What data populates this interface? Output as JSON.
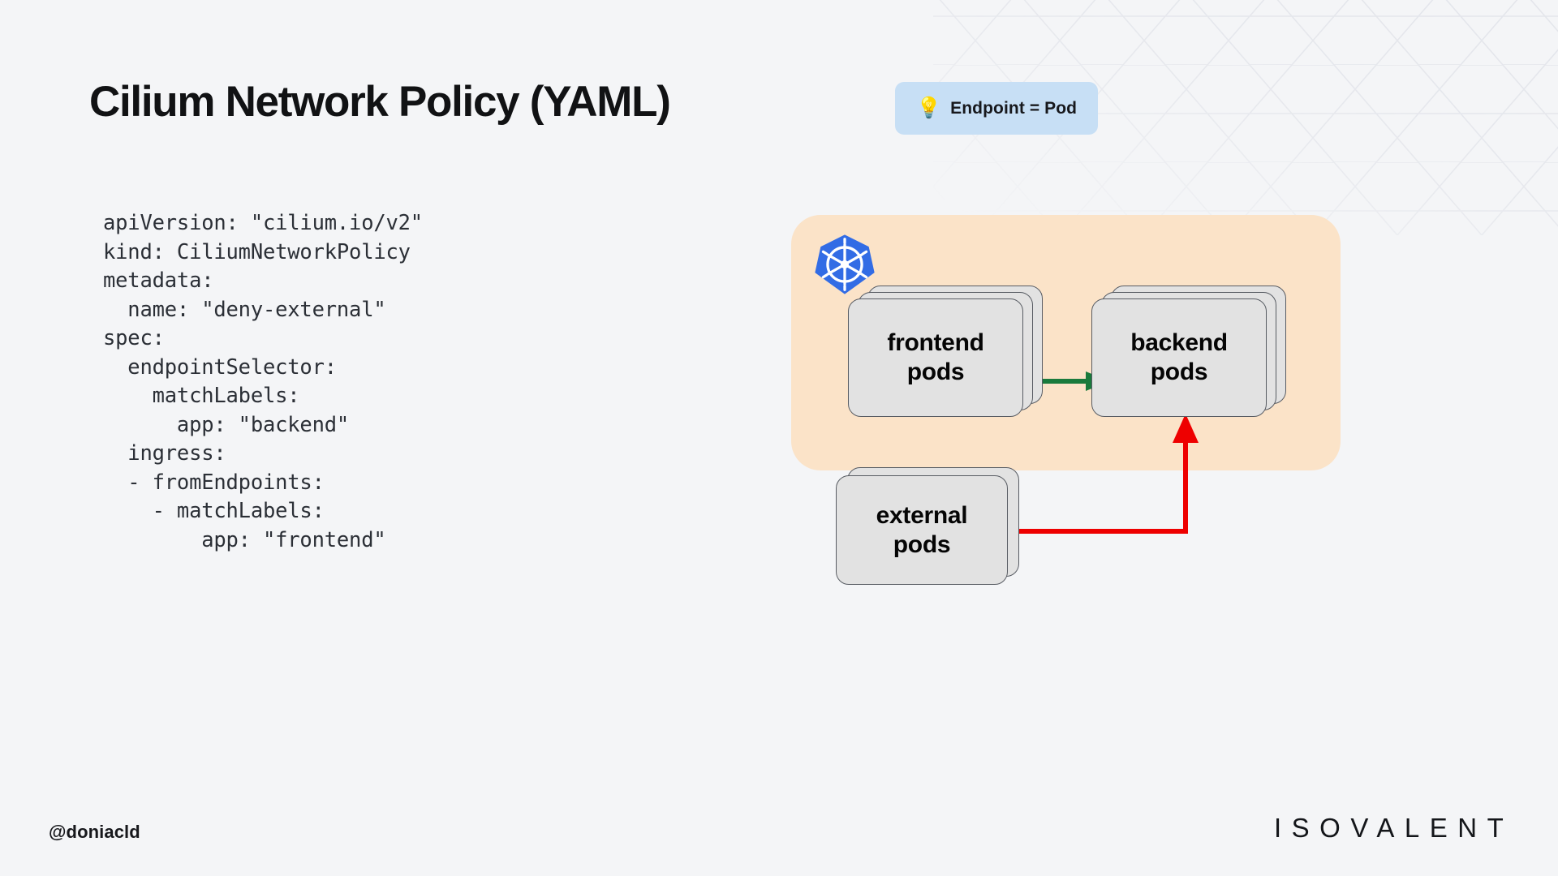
{
  "slide": {
    "background_color": "#f4f5f7",
    "title": "Cilium Network Policy (YAML)",
    "badge": {
      "icon": "lightbulb-emoji",
      "emoji": "💡",
      "text": "Endpoint = Pod",
      "background_color": "#c7dff5"
    }
  },
  "code": {
    "language": "yaml",
    "lines": [
      "apiVersion: \"cilium.io/v2\"",
      "kind: CiliumNetworkPolicy",
      "metadata:",
      "  name: \"deny-external\"",
      "spec:",
      "  endpointSelector:",
      "    matchLabels:",
      "      app: \"backend\"",
      "  ingress:",
      "  - fromEndpoints:",
      "    - matchLabels:",
      "        app: \"frontend\""
    ],
    "text": "apiVersion: \"cilium.io/v2\"\nkind: CiliumNetworkPolicy\nmetadata:\n  name: \"deny-external\"\nspec:\n  endpointSelector:\n    matchLabels:\n      app: \"backend\"\n  ingress:\n  - fromEndpoints:\n    - matchLabels:\n        app: \"frontend\""
  },
  "diagram": {
    "cluster_panel": {
      "label": "kubernetes-cluster",
      "background_color": "#fbe3c8",
      "logo": "kubernetes-logo",
      "logo_color": "#326ce5"
    },
    "nodes": [
      {
        "id": "frontend",
        "line1": "frontend",
        "line2": "pods",
        "stack_count": 3,
        "inside_cluster": true,
        "fill": "#e2e2e2"
      },
      {
        "id": "backend",
        "line1": "backend",
        "line2": "pods",
        "stack_count": 3,
        "inside_cluster": true,
        "fill": "#e2e2e2"
      },
      {
        "id": "external",
        "line1": "external",
        "line2": "pods",
        "stack_count": 2,
        "inside_cluster": false,
        "fill": "#e2e2e2"
      }
    ],
    "edges": [
      {
        "id": "allowed",
        "from": "frontend",
        "to": "backend",
        "color": "#1a7a3c",
        "style": "straight-arrow",
        "meaning": "allowed"
      },
      {
        "id": "denied",
        "from": "external",
        "to": "backend",
        "color": "#ee0000",
        "style": "elbow-arrow",
        "meaning": "denied"
      }
    ]
  },
  "footer": {
    "handle": "@doniacld",
    "brand": "ISOVALENT"
  }
}
